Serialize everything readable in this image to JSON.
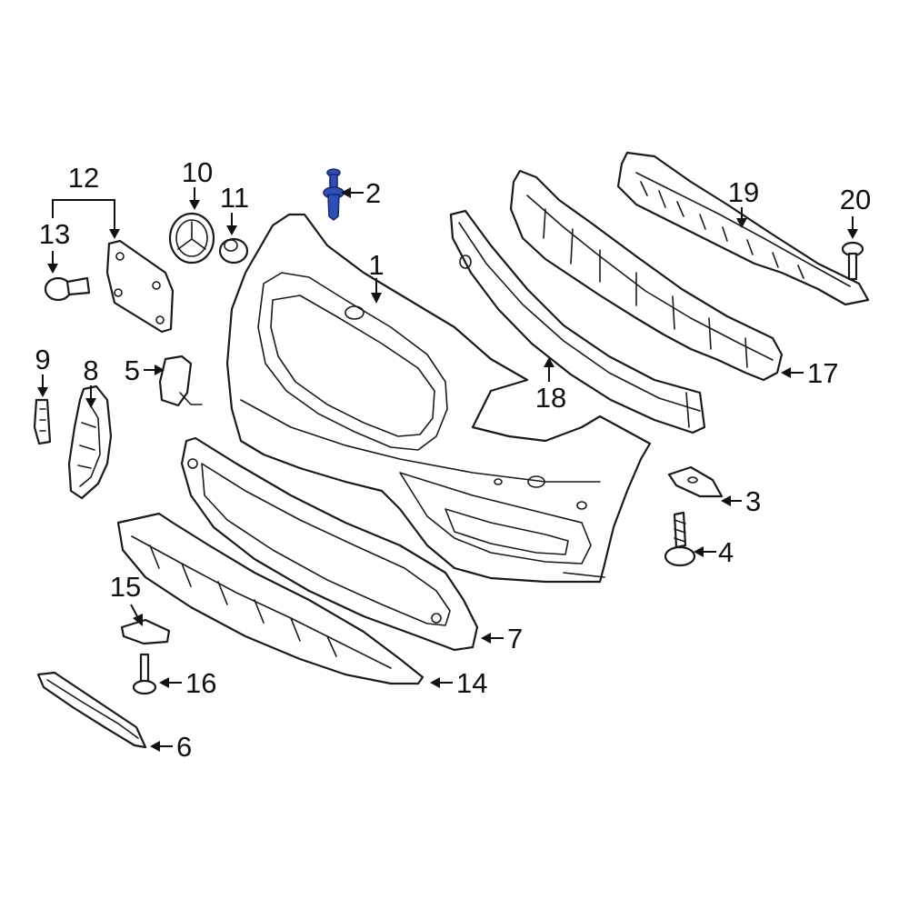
{
  "diagram": {
    "callouts": {
      "c1": "1",
      "c2": "2",
      "c3": "3",
      "c4": "4",
      "c5": "5",
      "c6": "6",
      "c7": "7",
      "c8": "8",
      "c9": "9",
      "c10": "10",
      "c11": "11",
      "c12": "12",
      "c13": "13",
      "c14": "14",
      "c15": "15",
      "c16": "16",
      "c17": "17",
      "c18": "18",
      "c19": "19",
      "c20": "20"
    },
    "highlighted_part": "2",
    "highlight_color": "#2f4fb8",
    "line_color": "#1a1a1a"
  }
}
